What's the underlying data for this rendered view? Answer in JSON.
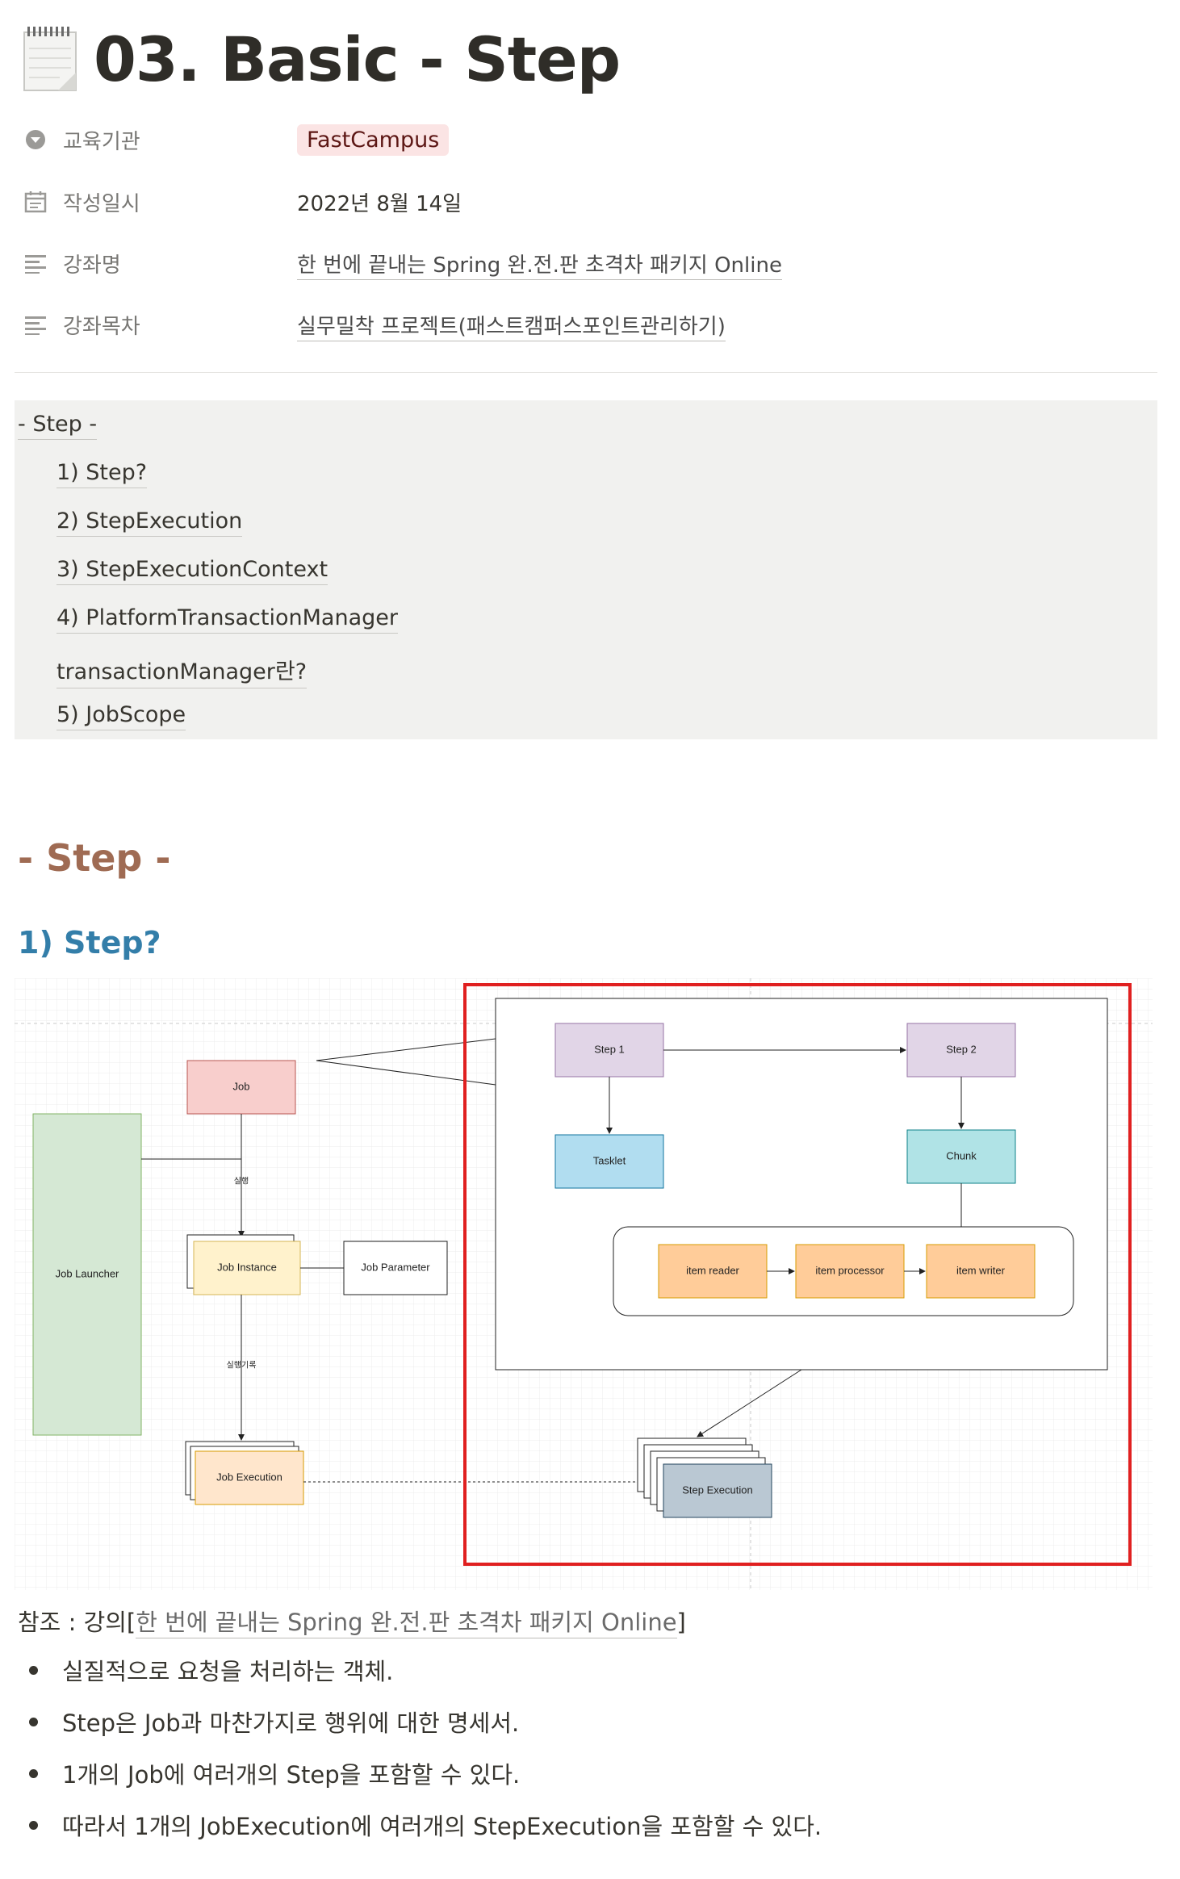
{
  "page": {
    "title": "03. Basic - Step",
    "icon": "notepad-icon"
  },
  "properties": [
    {
      "icon": "select-icon",
      "name": "교육기관",
      "value": "FastCampus",
      "type": "tag",
      "tag_color": "#fbe4e4"
    },
    {
      "icon": "calendar-icon",
      "name": "작성일시",
      "value": "2022년 8월 14일",
      "type": "date"
    },
    {
      "icon": "text-icon",
      "name": "강좌명",
      "value": "한 번에 끝내는 Spring 완.전.판 초격차 패키지 Online",
      "type": "link"
    },
    {
      "icon": "text-icon",
      "name": "강좌목차",
      "value": "실무밀착 프로젝트(패스트캠퍼스포인트관리하기)",
      "type": "link"
    }
  ],
  "toc": [
    "- Step -",
    "1) Step?",
    "2) StepExecution",
    "3) StepExecutionContext",
    "4) PlatformTransactionManager",
    "transactionManager란?",
    "5) JobScope"
  ],
  "heading1": "-  Step -",
  "heading2": "1) Step?",
  "diagram": {
    "job": "Job",
    "job_launcher": "Job Launcher",
    "exec_label": "실행",
    "job_instance": "Job Instance",
    "job_parameter": "Job Parameter",
    "exec_record_label": "실행기록",
    "job_execution": "Job Execution",
    "step1": "Step 1",
    "step2": "Step 2",
    "tasklet": "Tasklet",
    "chunk": "Chunk",
    "item_reader": "item reader",
    "item_processor": "item processor",
    "item_writer": "item writer",
    "step_execution": "Step Execution",
    "highlight_color": "#e02020"
  },
  "reference": {
    "prefix": "참조 : 강의[",
    "link": "한 번에 끝내는 Spring 완.전.판 초격차 패키지 Online",
    "suffix": "]"
  },
  "bullets": [
    "실질적으로 요청을 처리하는 객체.",
    "Step은 Job과 마찬가지로 행위에 대한 명세서.",
    "1개의 Job에 여러개의 Step을 포함할 수 있다.",
    "따라서 1개의 JobExecution에 여러개의 StepExecution을 포함할 수 있다."
  ]
}
